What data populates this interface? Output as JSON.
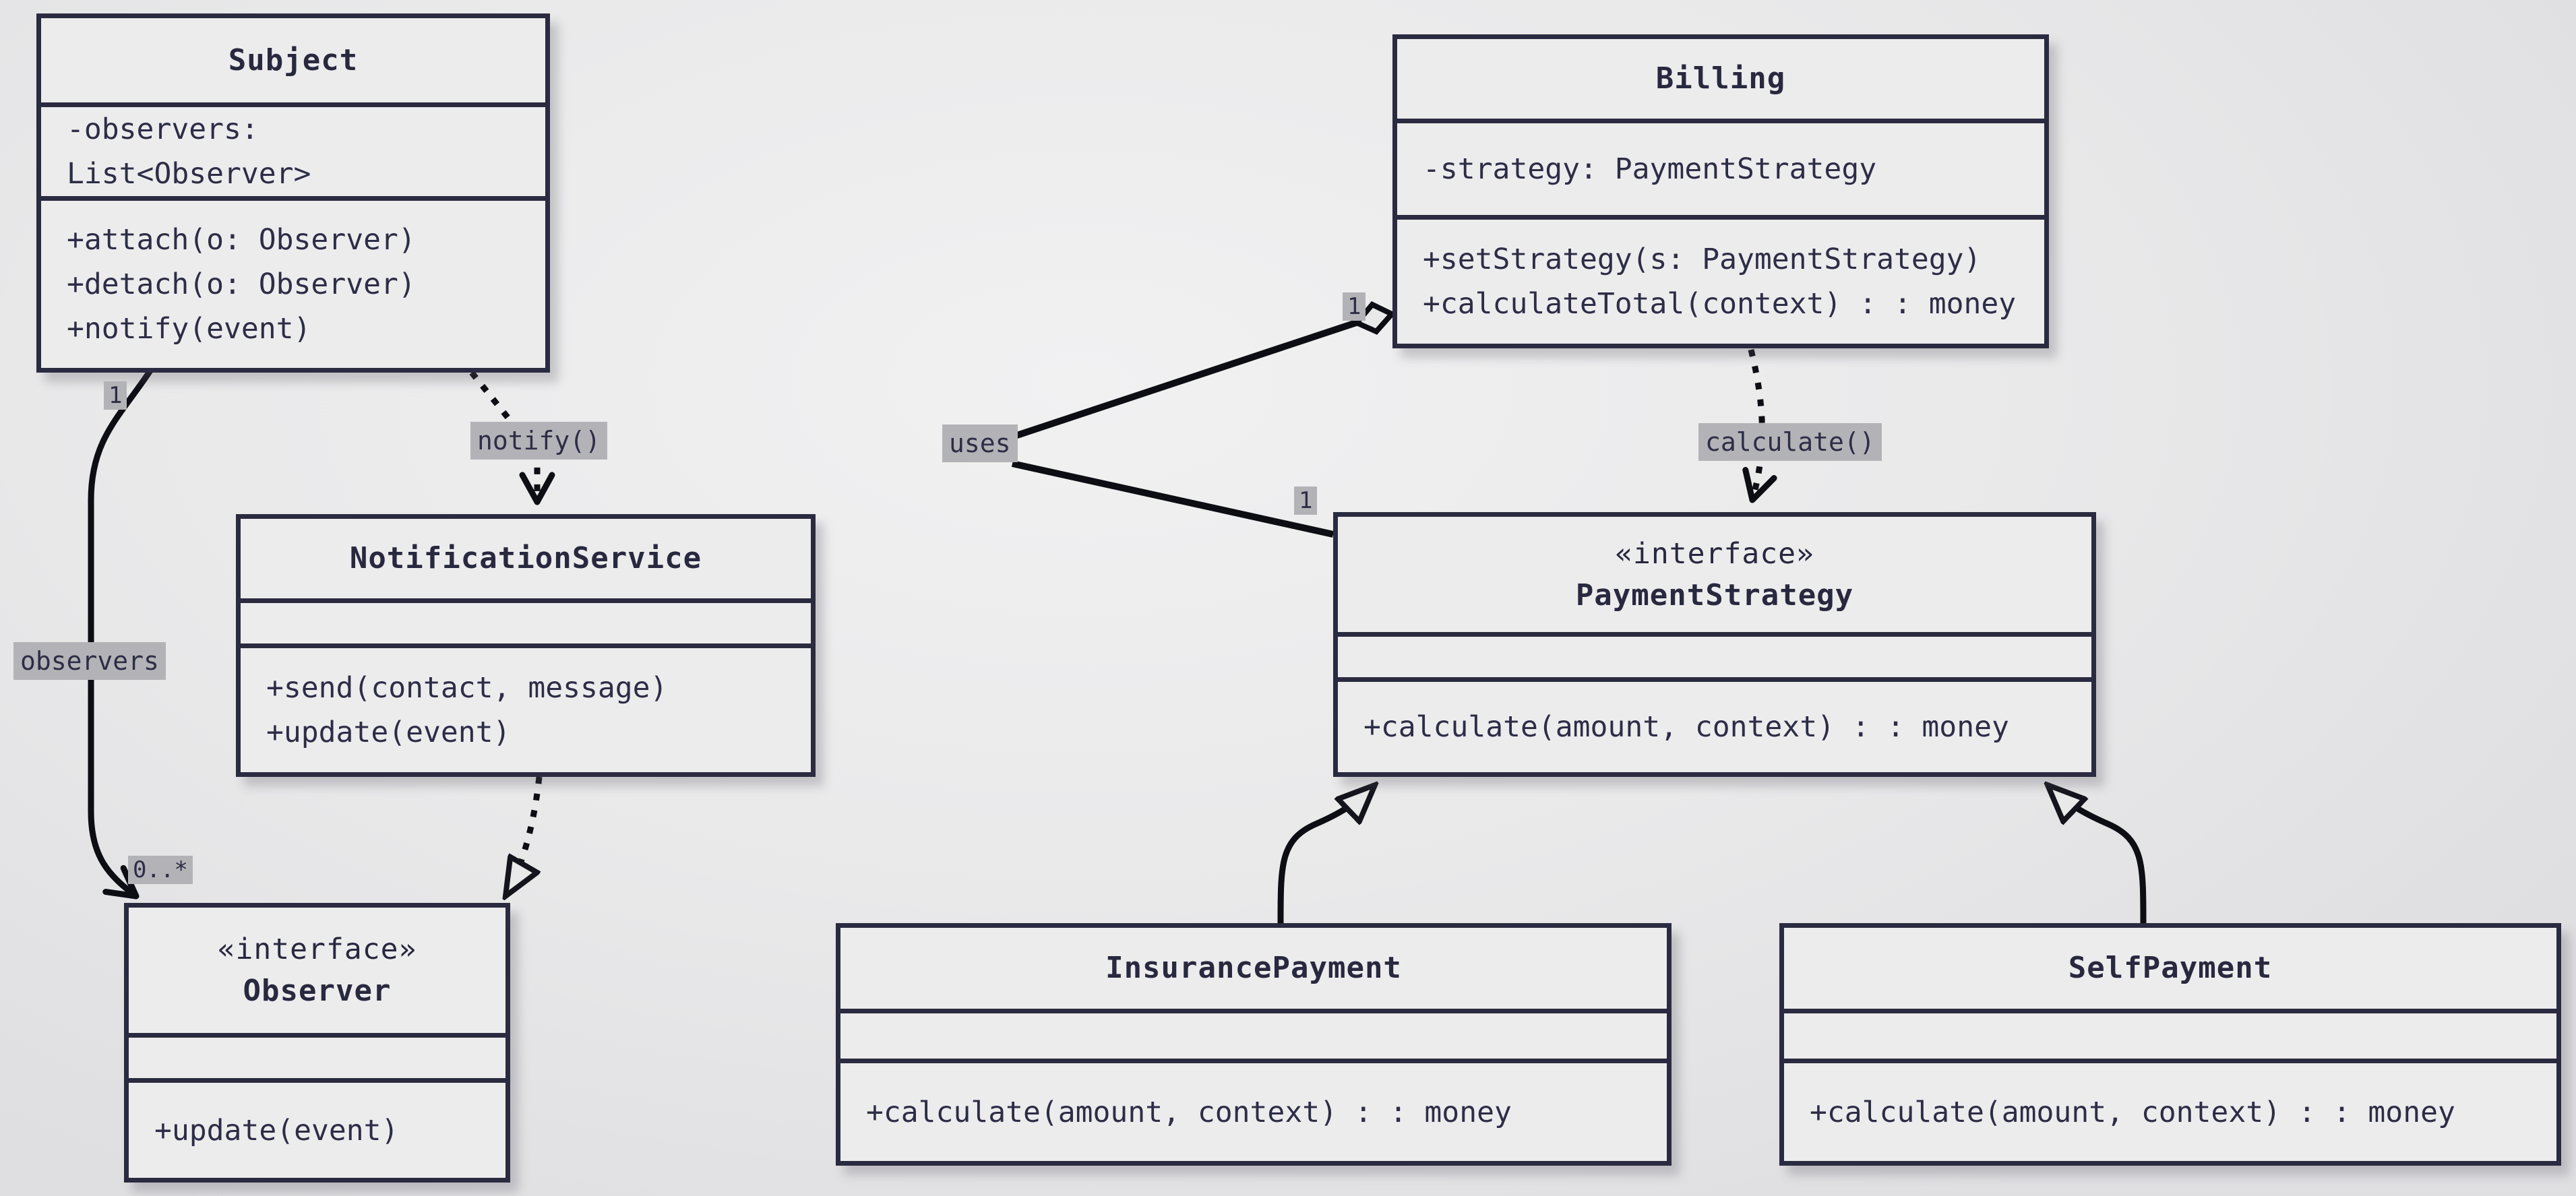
{
  "colors": {
    "background": "#e9e9ea",
    "box_fill": "#ececed",
    "box_border": "#2a2a40",
    "text": "#2d2d47",
    "edge_line": "#0d0d14",
    "label_background": "#b3b3b7"
  },
  "classes": [
    {
      "id": "subject",
      "stereotype": "",
      "name": "Subject",
      "attributes": [
        "-observers: List<Observer>"
      ],
      "methods": [
        "+attach(o: Observer)",
        "+detach(o: Observer)",
        "+notify(event)"
      ]
    },
    {
      "id": "billing",
      "stereotype": "",
      "name": "Billing",
      "attributes": [
        "-strategy: PaymentStrategy"
      ],
      "methods": [
        "+setStrategy(s: PaymentStrategy)",
        "+calculateTotal(context) : : money"
      ]
    },
    {
      "id": "notification-service",
      "stereotype": "",
      "name": "NotificationService",
      "attributes": [],
      "methods": [
        "+send(contact, message)",
        "+update(event)"
      ]
    },
    {
      "id": "payment-strategy",
      "stereotype": "«interface»",
      "name": "PaymentStrategy",
      "attributes": [],
      "methods": [
        "+calculate(amount, context) : : money"
      ]
    },
    {
      "id": "observer",
      "stereotype": "«interface»",
      "name": "Observer",
      "attributes": [],
      "methods": [
        "+update(event)"
      ]
    },
    {
      "id": "insurance-payment",
      "stereotype": "",
      "name": "InsurancePayment",
      "attributes": [],
      "methods": [
        "+calculate(amount, context) : : money"
      ]
    },
    {
      "id": "self-payment",
      "stereotype": "",
      "name": "SelfPayment",
      "attributes": [],
      "methods": [
        "+calculate(amount, context) : : money"
      ]
    }
  ],
  "edge_labels": {
    "notify": "notify()",
    "observers": "observers",
    "uses": "uses",
    "calculate": "calculate()"
  },
  "multiplicities": {
    "subject_end": "1",
    "observer_end": "0..*",
    "billing_end": "1",
    "strategy_end": "1"
  },
  "relationships": [
    {
      "from": "Subject",
      "to": "Observer",
      "type": "association",
      "label": "observers",
      "from_multiplicity": "1",
      "to_multiplicity": "0..*"
    },
    {
      "from": "Subject",
      "to": "NotificationService",
      "type": "dependency",
      "label": "notify()"
    },
    {
      "from": "NotificationService",
      "to": "Observer",
      "type": "realization"
    },
    {
      "from": "Billing",
      "to": "PaymentStrategy",
      "type": "aggregation",
      "label": "uses",
      "from_multiplicity": "1",
      "to_multiplicity": "1"
    },
    {
      "from": "Billing",
      "to": "PaymentStrategy",
      "type": "dependency",
      "label": "calculate()"
    },
    {
      "from": "InsurancePayment",
      "to": "PaymentStrategy",
      "type": "generalization"
    },
    {
      "from": "SelfPayment",
      "to": "PaymentStrategy",
      "type": "generalization"
    }
  ]
}
